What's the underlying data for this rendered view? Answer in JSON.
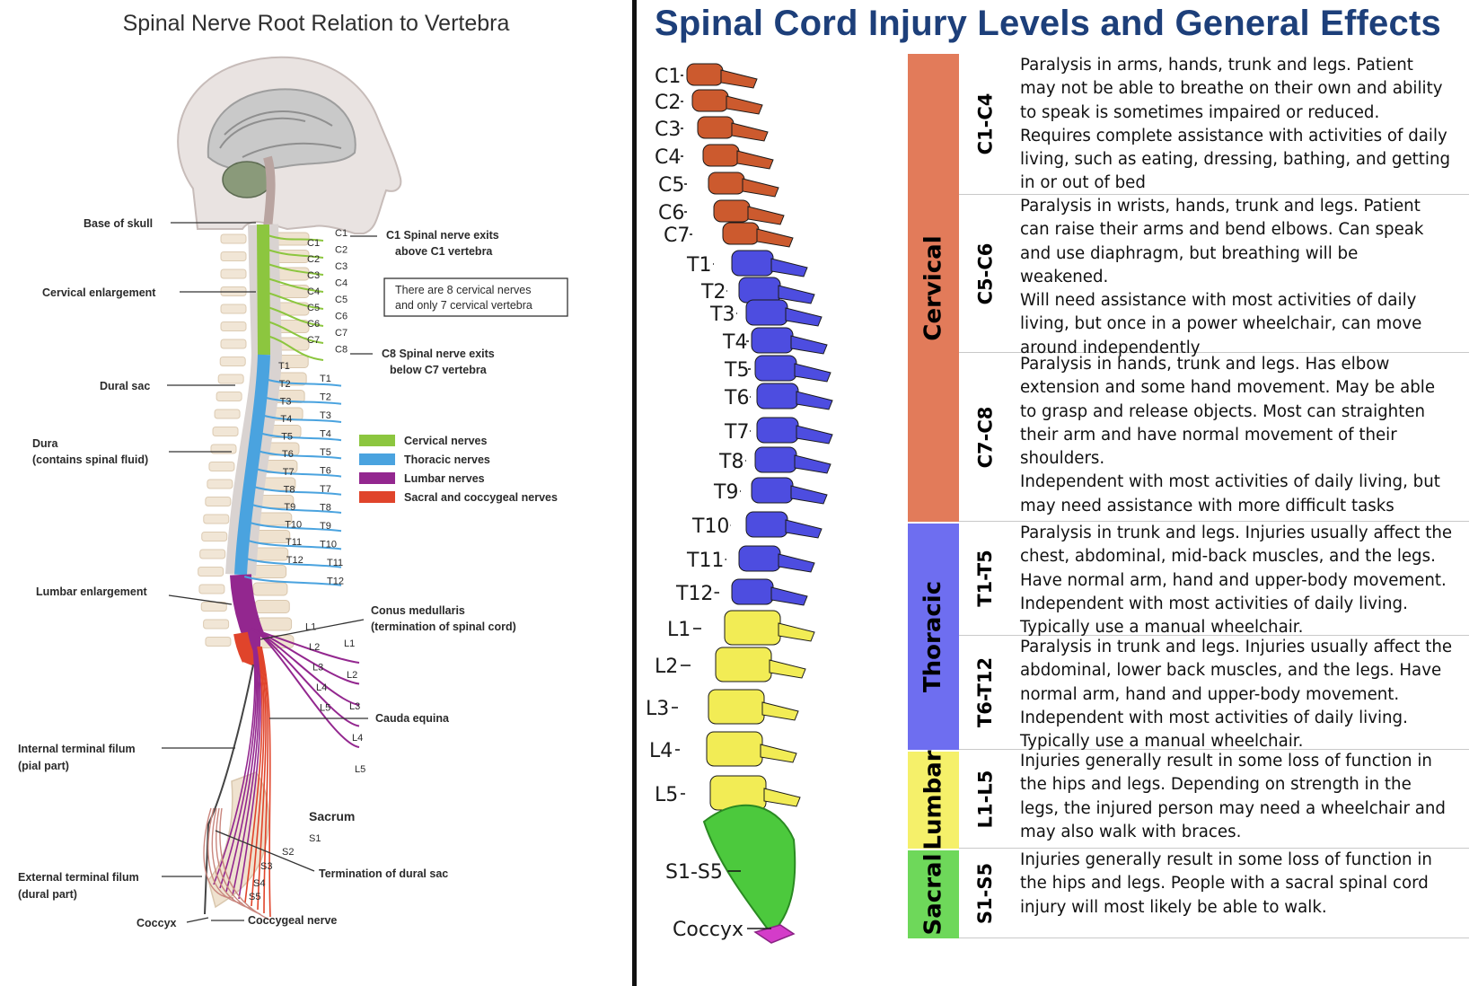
{
  "left": {
    "title": "Spinal Nerve Root Relation to Vertebra",
    "labels": {
      "base_of_skull": "Base of skull",
      "cervical_enlargement": "Cervical enlargement",
      "dural_sac": "Dural sac",
      "dura_line1": "Dura",
      "dura_line2": "(contains spinal fluid)",
      "lumbar_enlargement": "Lumbar enlargement",
      "internal_filum_line1": "Internal terminal filum",
      "internal_filum_line2": "(pial part)",
      "external_filum_line1": "External terminal filum",
      "external_filum_line2": "(dural part)",
      "coccyx": "Coccyx",
      "c1_exit_line1": "C1 Spinal nerve exits",
      "c1_exit_line2": "above C1 vertebra",
      "note_line1": "There are 8 cervical nerves",
      "note_line2": "and only 7 cervical vertebra",
      "c8_exit_line1": "C8 Spinal nerve exits",
      "c8_exit_line2": "below C7 vertebra",
      "conus_line1": "Conus medullaris",
      "conus_line2": "(termination of spinal cord)",
      "cauda_equina": "Cauda equina",
      "termination_dural_sac": "Termination of dural sac",
      "coccygeal_nerve": "Coccygeal nerve",
      "sacrum": "Sacrum"
    },
    "legend": [
      {
        "label": "Cervical nerves",
        "color": "#8cc63f"
      },
      {
        "label": "Thoracic nerves",
        "color": "#4aa3df"
      },
      {
        "label": "Lumbar nerves",
        "color": "#93278f"
      },
      {
        "label": "Sacral and coccygeal nerves",
        "color": "#e0442b"
      }
    ],
    "vertebra_labels": [
      "C1",
      "C2",
      "C3",
      "C4",
      "C5",
      "C6",
      "C7",
      "T1",
      "T2",
      "T3",
      "T4",
      "T5",
      "T6",
      "T7",
      "T8",
      "T9",
      "T10",
      "T11",
      "T12",
      "L1",
      "L2",
      "L3",
      "L4",
      "L5"
    ],
    "nerve_labels": [
      "C1",
      "C2",
      "C3",
      "C4",
      "C5",
      "C6",
      "C7",
      "C8",
      "T1",
      "T2",
      "T3",
      "T4",
      "T5",
      "T6",
      "T7",
      "T8",
      "T9",
      "T10",
      "T11",
      "T12",
      "L1",
      "L2",
      "L3",
      "L4",
      "L5"
    ],
    "sacral_labels": [
      "S1",
      "S2",
      "S3",
      "S4",
      "S5"
    ]
  },
  "right": {
    "title": "Spinal Cord Injury Levels and General Effects",
    "spine_labels": [
      "C1",
      "C2",
      "C3",
      "C4",
      "C5",
      "C6",
      "C7",
      "T1",
      "T2",
      "T3",
      "T4",
      "T5",
      "T6",
      "T7",
      "T8",
      "T9",
      "T10",
      "T11",
      "T12",
      "L1",
      "L2",
      "L3",
      "L4",
      "L5",
      "S1-S5",
      "Coccyx"
    ],
    "regions": [
      {
        "name": "Cervical",
        "color": "#e27b5a"
      },
      {
        "name": "Thoracic",
        "color": "#6e6ef0"
      },
      {
        "name": "Lumbar",
        "color": "#f5f06a"
      },
      {
        "name": "Sacral",
        "color": "#6ed85a"
      }
    ],
    "rows": [
      {
        "level": "C1-C4",
        "effect": "Paralysis in arms, hands, trunk and legs. Patient\nmay not be able to breathe on their own and ability\nto speak is sometimes impaired or reduced.\nRequires complete assistance with activities of daily\nliving, such as eating, dressing, bathing, and getting\nin or out of bed"
      },
      {
        "level": "C5-C6",
        "effect": "Paralysis in wrists, hands, trunk and legs. Patient\ncan raise their arms and bend elbows. Can speak\nand use diaphragm, but breathing will be\nweakened.\nWill need assistance with most activities of daily\nliving, but once in a power wheelchair, can move\naround independently"
      },
      {
        "level": "C7-C8",
        "effect": "Paralysis in hands, trunk and legs. Has elbow\nextension and some hand movement. May be able\nto grasp and release objects. Most can straighten\ntheir arm and have normal movement of their\nshoulders.\nIndependent with most activities of daily living, but\nmay need assistance with more difficult tasks"
      },
      {
        "level": "T1-T5",
        "effect": "Paralysis in trunk and legs. Injuries usually affect the\nchest, abdominal, mid-back muscles, and the legs.\nHave normal arm, hand and upper-body movement.\nIndependent with most activities of daily living.\nTypically use a manual wheelchair."
      },
      {
        "level": "T6-T12",
        "effect": "Paralysis in trunk and legs. Injuries usually affect the\nabdominal, lower back muscles, and the legs. Have\nnormal arm, hand and upper-body movement.\nIndependent with most activities of daily living.\nTypically use a manual wheelchair."
      },
      {
        "level": "L1-L5",
        "effect": "Injuries generally result in some loss of function in\nthe hips and legs. Depending on strength in the\nlegs, the injured person may need a wheelchair and\nmay also walk with braces."
      },
      {
        "level": "S1-S5",
        "effect": "Injuries generally result in some loss of function in\nthe hips and legs. People with a sacral spinal cord\ninjury will most likely be able to walk."
      }
    ]
  }
}
